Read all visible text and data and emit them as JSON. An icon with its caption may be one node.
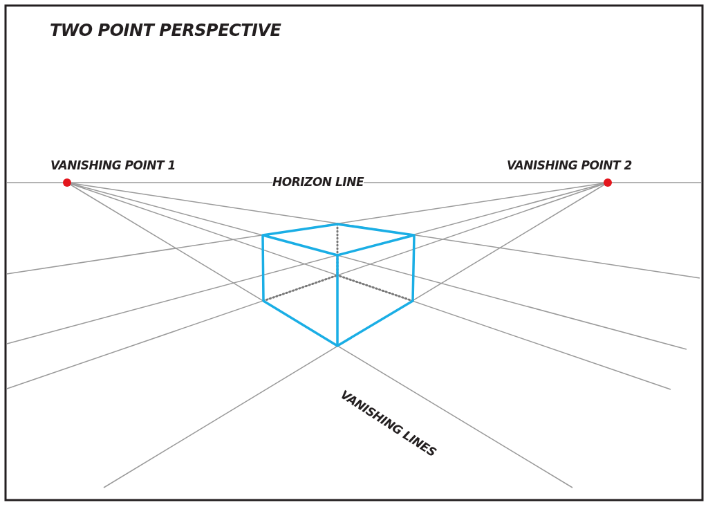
{
  "diagram": {
    "title": "TWO POINT PERSPECTIVE",
    "nodes": [
      {
        "text": [
          "VANISHING POINT 1"
        ]
      },
      {
        "text": [
          "VANISHING POINT 2"
        ]
      }
    ],
    "labels": [
      "HORIZON LINE",
      "VANISHING LINES"
    ]
  }
}
